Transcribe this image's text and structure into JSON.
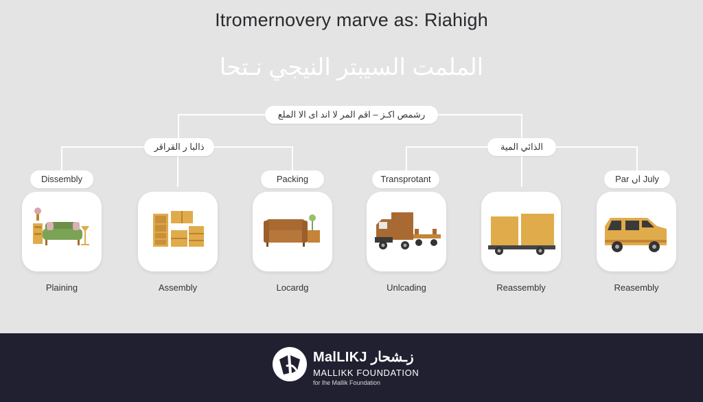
{
  "title": "Itromernovery marve as:  Riahigh",
  "arabic_title": "الملمت السيبتر النيجي نـتحا",
  "root_label": "رشمص اكـز – اقم المر لا اند اى الا الملع",
  "groups": [
    {
      "label": "ذالبا ر القراقر"
    },
    {
      "label": "الذائي المية"
    }
  ],
  "stages": [
    {
      "tag": "Dissembly",
      "caption": "Plaining",
      "icon": "sofa-icon"
    },
    {
      "tag": "",
      "caption": "Assembly",
      "icon": "cabinets-icon"
    },
    {
      "tag": "Packing",
      "caption": "Locardg",
      "icon": "couch-icon"
    },
    {
      "tag": "Transprotant",
      "caption": "Unlcading",
      "icon": "truck-icon"
    },
    {
      "tag": "",
      "caption": "Reassembly",
      "icon": "cargo-trailer-icon"
    },
    {
      "tag": "Par اں July",
      "caption": "Reasembly",
      "icon": "van-icon"
    }
  ],
  "colors": {
    "accent": "#e0ab4a",
    "brown": "#a86a32",
    "footer": "#212030"
  },
  "footer": {
    "brand": "MalLIKJ زـشحار",
    "subtitle": "MALLIKK FOUNDATION",
    "tagline": "for lhe Mallik Foundation"
  }
}
